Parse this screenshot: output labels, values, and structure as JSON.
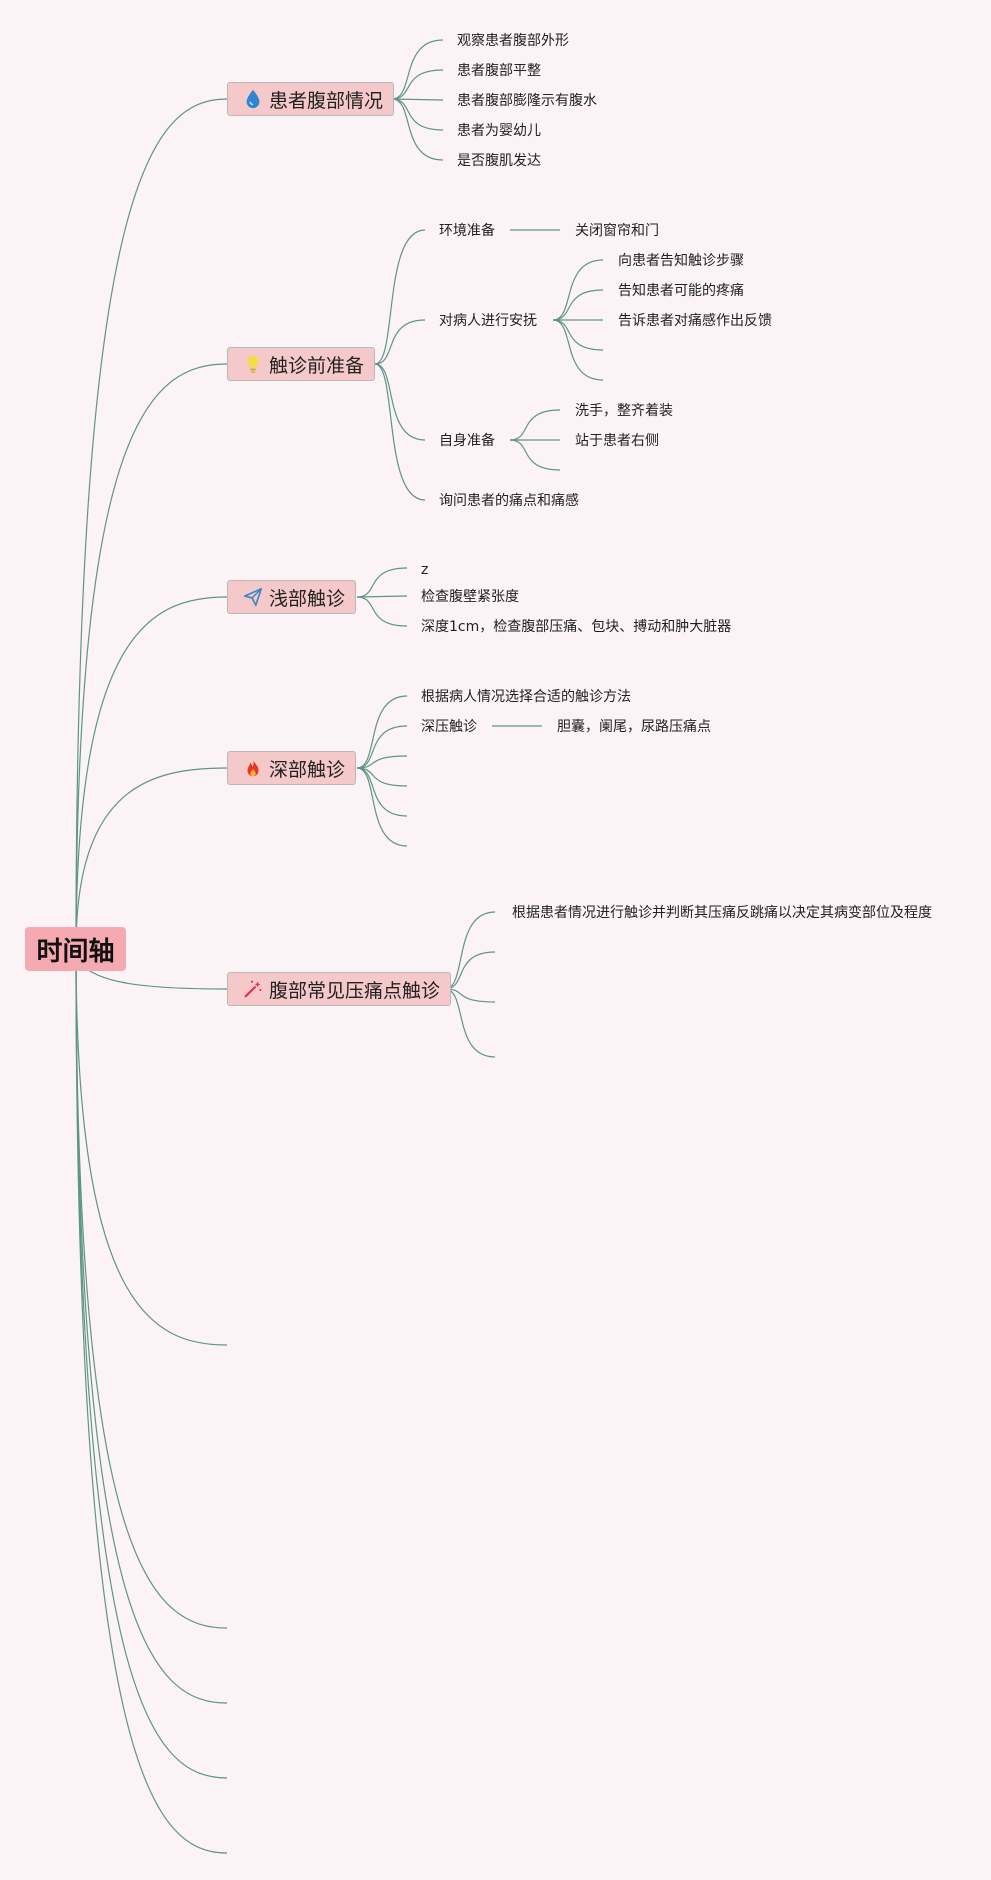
{
  "root": {
    "label": "时间轴"
  },
  "topics": [
    {
      "label": "患者腹部情况",
      "icon": "water-drop-icon",
      "children": [
        {
          "label": "观察患者腹部外形"
        },
        {
          "label": "患者腹部平整"
        },
        {
          "label": "患者腹部膨隆示有腹水"
        },
        {
          "label": "患者为婴幼儿"
        },
        {
          "label": "是否腹肌发达"
        }
      ]
    },
    {
      "label": "触诊前准备",
      "icon": "lightbulb-icon",
      "children": [
        {
          "label": "环境准备",
          "children": [
            {
              "label": "关闭窗帘和门"
            }
          ]
        },
        {
          "label": "对病人进行安抚",
          "children": [
            {
              "label": "向患者告知触诊步骤"
            },
            {
              "label": "告知患者可能的疼痛"
            },
            {
              "label": "告诉患者对痛感作出反馈"
            },
            {
              "label": ""
            },
            {
              "label": ""
            }
          ]
        },
        {
          "label": "自身准备",
          "children": [
            {
              "label": "洗手，整齐着装"
            },
            {
              "label": "站于患者右侧"
            },
            {
              "label": ""
            }
          ]
        },
        {
          "label": "询问患者的痛点和痛感"
        }
      ]
    },
    {
      "label": "浅部触诊",
      "icon": "paper-plane-icon",
      "children": [
        {
          "label": "z"
        },
        {
          "label": "检查腹壁紧张度"
        },
        {
          "label": "深度1cm，检查腹部压痛、包块、搏动和肿大脏器"
        }
      ]
    },
    {
      "label": "深部触诊",
      "icon": "fire-icon",
      "children": [
        {
          "label": "根据病人情况选择合适的触诊方法"
        },
        {
          "label": "深压触诊",
          "children": [
            {
              "label": "胆囊，阑尾，尿路压痛点"
            }
          ]
        },
        {
          "label": ""
        },
        {
          "label": ""
        },
        {
          "label": ""
        },
        {
          "label": ""
        }
      ]
    },
    {
      "label": "腹部常见压痛点触诊",
      "icon": "magic-wand-icon",
      "children": [
        {
          "label": "根据患者情况进行触诊并判断其压痛反跳痛以决定其病变部位及程度"
        },
        {
          "label": ""
        },
        {
          "label": ""
        },
        {
          "label": ""
        }
      ]
    },
    {
      "label": ""
    },
    {
      "label": ""
    },
    {
      "label": ""
    },
    {
      "label": ""
    },
    {
      "label": ""
    }
  ],
  "colors": {
    "branch": "#5d9686",
    "topic_fill": "#f5c9c9",
    "root_fill": "#f4aab0",
    "background": "#fbf3f5"
  }
}
